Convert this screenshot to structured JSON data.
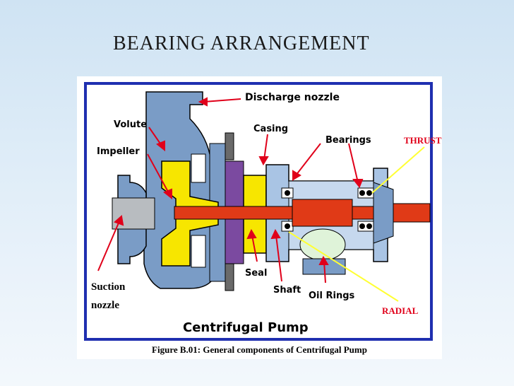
{
  "slide": {
    "title": "BEARING  ARRANGEMENT"
  },
  "figure": {
    "caption": "Figure B.01: General components of Centrifugal Pump",
    "pump_title": "Centrifugal Pump",
    "labels": {
      "discharge_nozzle": "Discharge nozzle",
      "volute": "Volute",
      "impeller": "Impeller",
      "casing": "Casing",
      "bearings": "Bearings",
      "seal": "Seal",
      "shaft": "Shaft",
      "oil_rings": "Oil Rings",
      "suction_nozzle_line1": "Suction",
      "suction_nozzle_line2": "nozzle"
    },
    "annotations": {
      "thrust": "THRUST",
      "radial": "RADIAL"
    }
  },
  "colors": {
    "frame_blue": "#1f2fb0",
    "pump_body": "#7a9cc6",
    "impeller_yellow": "#f7e600",
    "shaft_red": "#e03a17",
    "seal_purple": "#7b4aa0",
    "bearing_housing": "#a9c4e4",
    "oil_green": "#dff3d9",
    "label_red": "#e0001a",
    "pointer_yellow": "#ffff33"
  }
}
